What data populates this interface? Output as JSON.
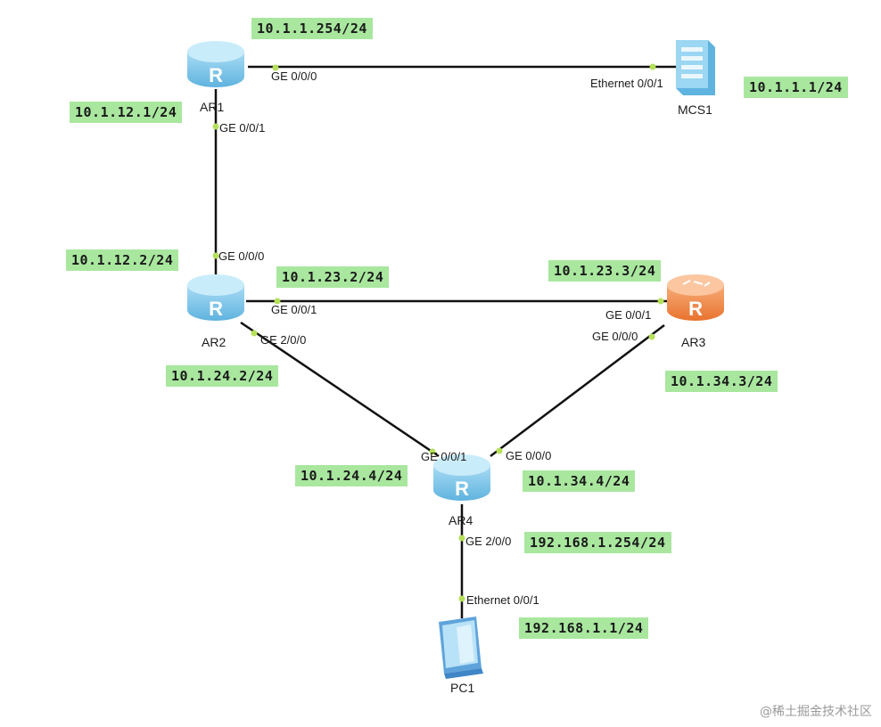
{
  "devices": {
    "ar1": {
      "name": "AR1",
      "type": "router",
      "color": "#7ec8e8"
    },
    "ar2": {
      "name": "AR2",
      "type": "router",
      "color": "#7ec8e8"
    },
    "ar3": {
      "name": "AR3",
      "type": "router",
      "color": "#f08a4b"
    },
    "ar4": {
      "name": "AR4",
      "type": "router",
      "color": "#7ec8e8"
    },
    "mcs1": {
      "name": "MCS1",
      "type": "server",
      "color": "#7ec8e8"
    },
    "pc1": {
      "name": "PC1",
      "type": "pc",
      "color": "#7ec8e8"
    }
  },
  "ports": {
    "ar1_ge000": "GE 0/0/0",
    "ar1_ge001": "GE 0/0/1",
    "mcs1_eth001": "Ethernet 0/0/1",
    "ar2_ge000": "GE 0/0/0",
    "ar2_ge001": "GE 0/0/1",
    "ar2_ge200": "GE 2/0/0",
    "ar3_ge001": "GE 0/0/1",
    "ar3_ge000": "GE 0/0/0",
    "ar4_ge001": "GE 0/0/1",
    "ar4_ge000": "GE 0/0/0",
    "ar4_ge200": "GE 2/0/0",
    "pc1_eth001": "Ethernet 0/0/1"
  },
  "ips": {
    "ar1_ge000": "10.1.1.254/24",
    "mcs1": "10.1.1.1/24",
    "ar1_ge001": "10.1.12.1/24",
    "ar2_ge000": "10.1.12.2/24",
    "ar2_ge001": "10.1.23.2/24",
    "ar3_ge001": "10.1.23.3/24",
    "ar2_ge200": "10.1.24.2/24",
    "ar3_ge000": "10.1.34.3/24",
    "ar4_ge001": "10.1.24.4/24",
    "ar4_ge000": "10.1.34.4/24",
    "ar4_ge200": "192.168.1.254/24",
    "pc1": "192.168.1.1/24"
  },
  "colors": {
    "link": "#111111",
    "port_dot": "#b5e05a",
    "ip_label_bg": "#a9e79f"
  },
  "watermark": "@稀土掘金技术社区"
}
